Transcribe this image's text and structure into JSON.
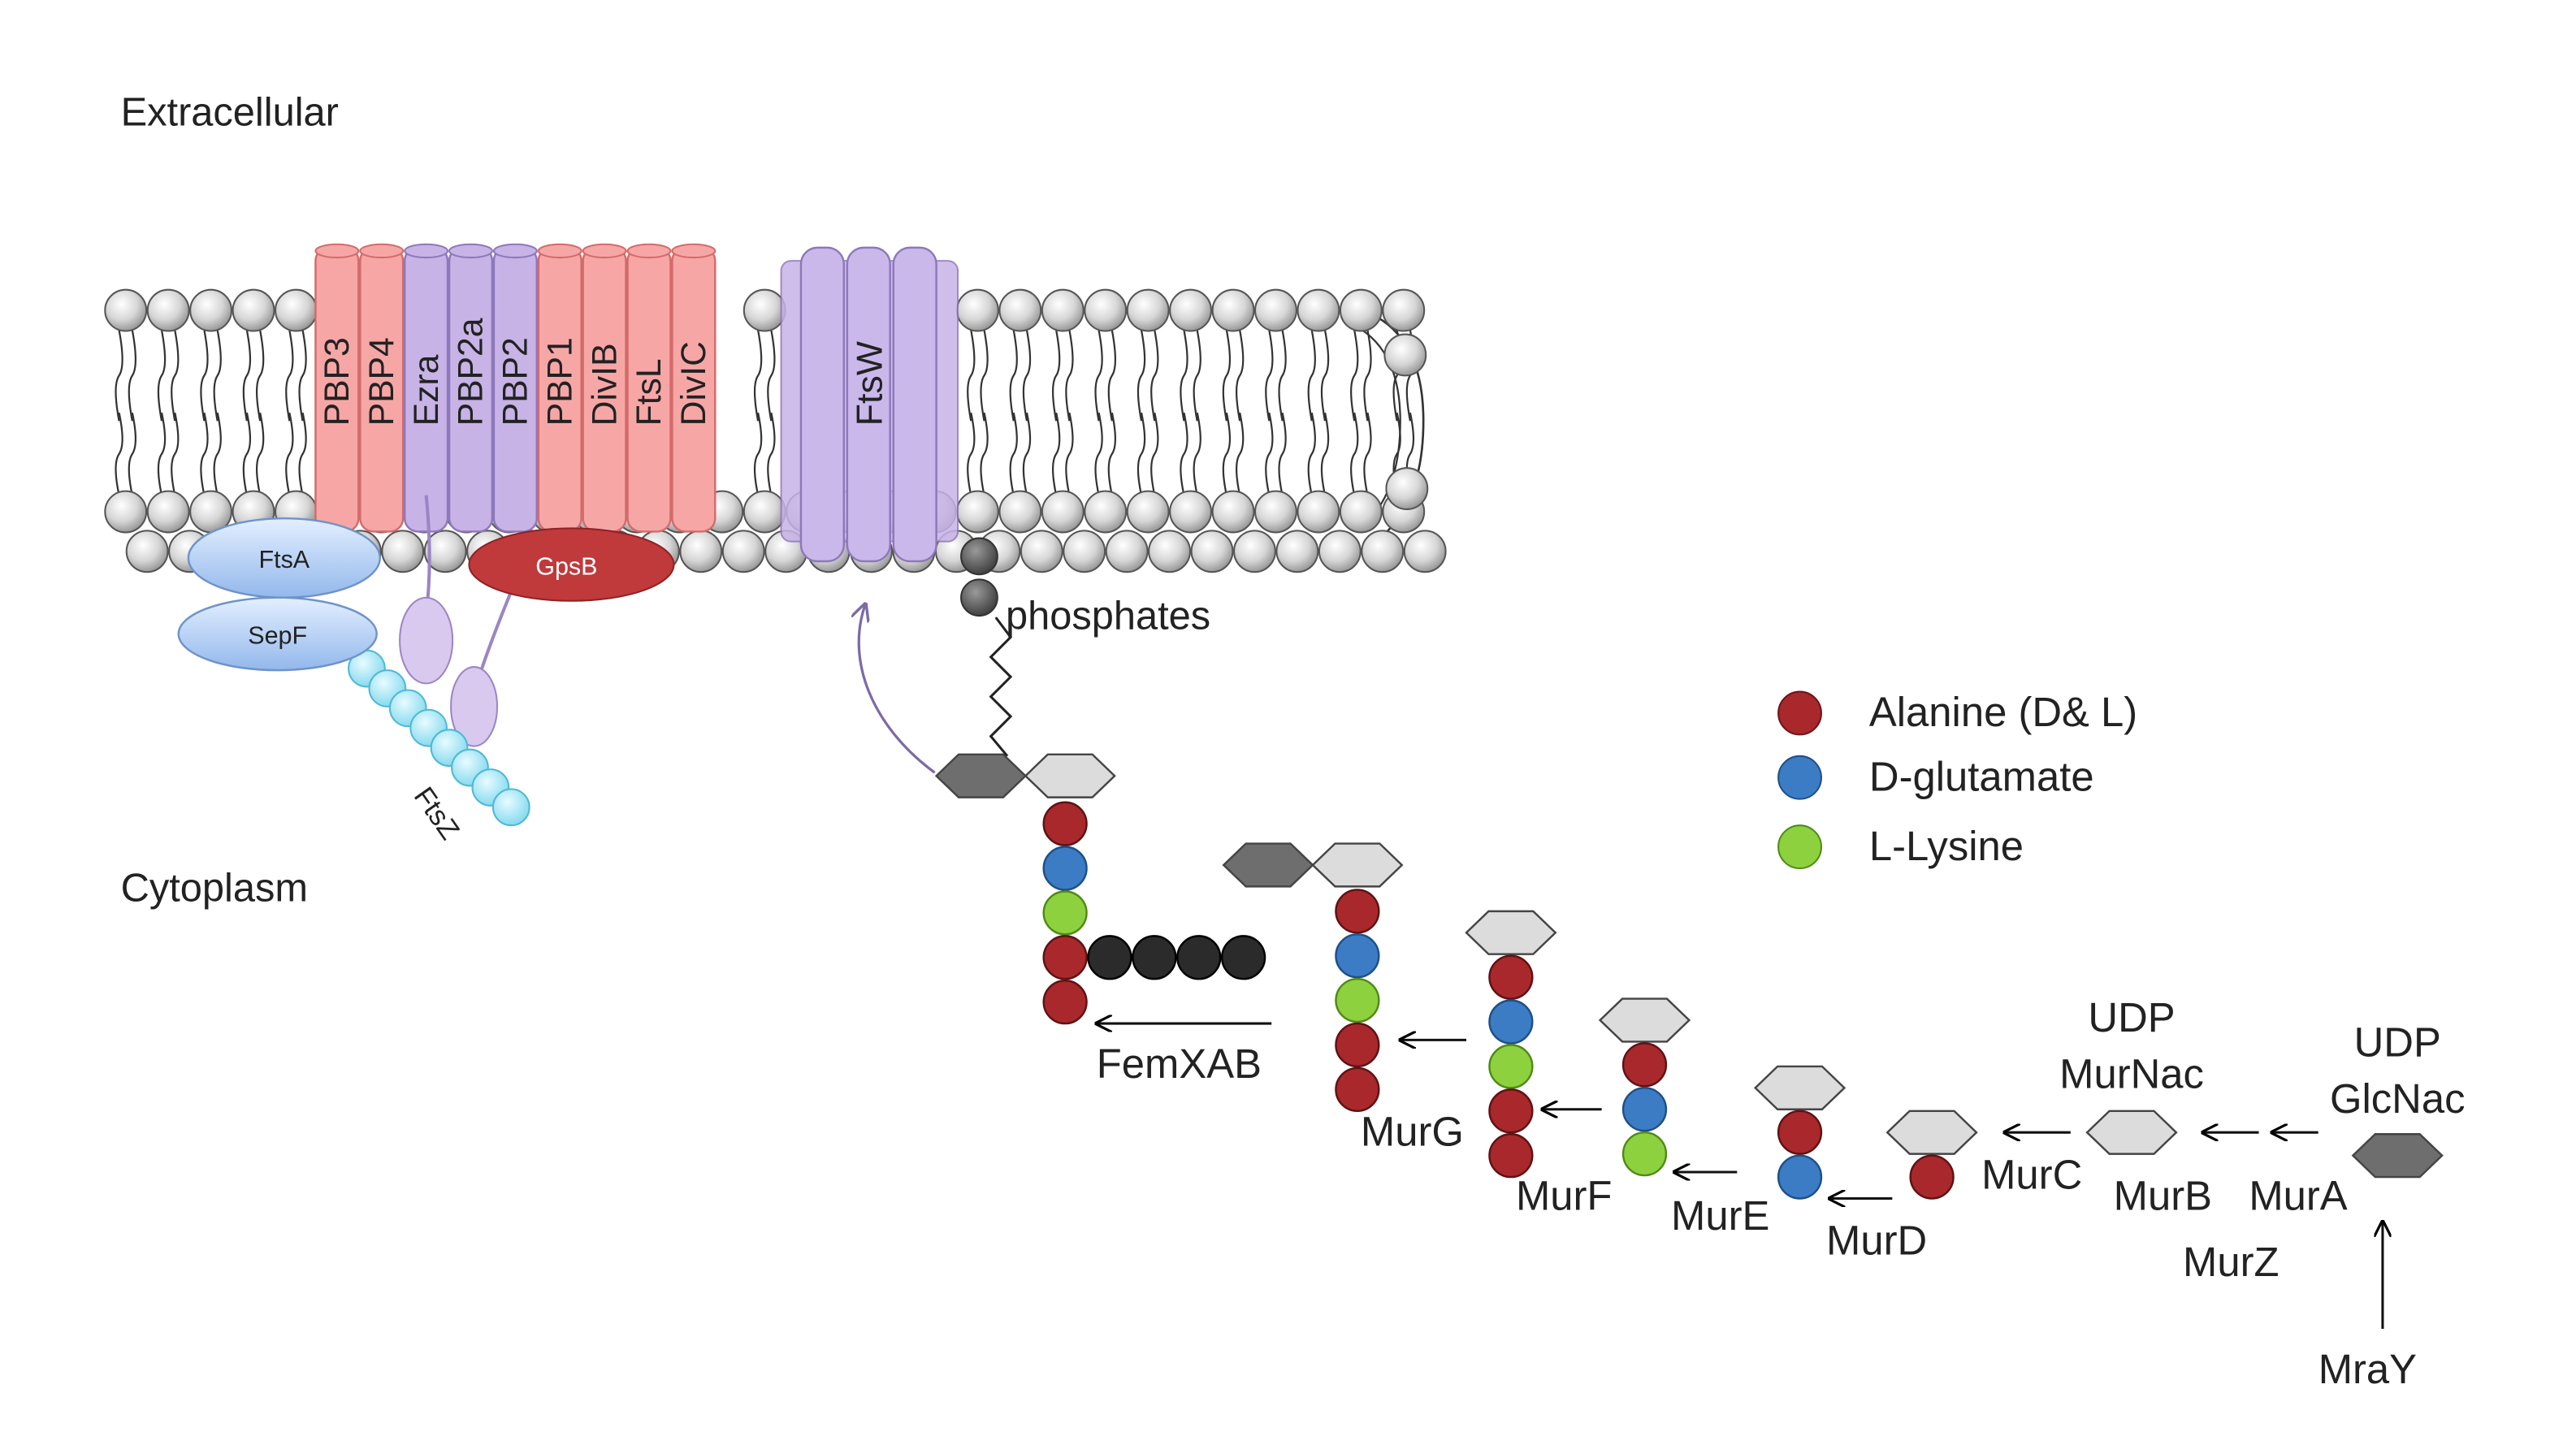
{
  "compartments": {
    "extracellular": "Extracellular",
    "cytoplasm": "Cytoplasm"
  },
  "membrane_proteins": [
    {
      "name": "PBP3",
      "color": "#f7a6a6"
    },
    {
      "name": "PBP4",
      "color": "#f7a6a6"
    },
    {
      "name": "Ezra",
      "color": "#c7b3e6"
    },
    {
      "name": "PBP2a",
      "color": "#c7b3e6"
    },
    {
      "name": "PBP2",
      "color": "#c7b3e6"
    },
    {
      "name": "PBP1",
      "color": "#f7a6a6"
    },
    {
      "name": "DivIB",
      "color": "#f7a6a6"
    },
    {
      "name": "FtsL",
      "color": "#f7a6a6"
    },
    {
      "name": "DivIC",
      "color": "#f7a6a6"
    }
  ],
  "flippase": {
    "name": "FtsW",
    "color": "#c7b3e6"
  },
  "cytoplasmic_proteins": {
    "ftsa": "FtsA",
    "sepf": "SepF",
    "gpsb": "GpsB",
    "ftsz": "FtsZ"
  },
  "lipid_label": "phosphates",
  "legend": [
    {
      "label": "Alanine (D& L)",
      "color": "#c0393b"
    },
    {
      "label": "D-glutamate",
      "color": "#3b7cc4"
    },
    {
      "label": "L-Lysine",
      "color": "#8cc43b"
    }
  ],
  "enzymes": {
    "femxab": "FemXAB",
    "murg": "MurG",
    "murf": "MurF",
    "mure": "MurE",
    "murd": "MurD",
    "murc": "MurC",
    "murb": "MurB",
    "mura": "MurA",
    "murz": "MurZ",
    "mray": "MraY"
  },
  "substrates": {
    "udp_murnac_line1": "UDP",
    "udp_murnac_line2": "MurNac",
    "udp_glcnac_line1": "UDP",
    "udp_glcnac_line2": "GlcNac"
  },
  "colors": {
    "alanine": "#a8282c",
    "glutamate": "#3b7cc4",
    "lysine": "#8ed13f",
    "pentaglycine": "#2b2b2b",
    "sugar_dark": "#6e6e6e",
    "sugar_light": "#dcdcdc"
  }
}
